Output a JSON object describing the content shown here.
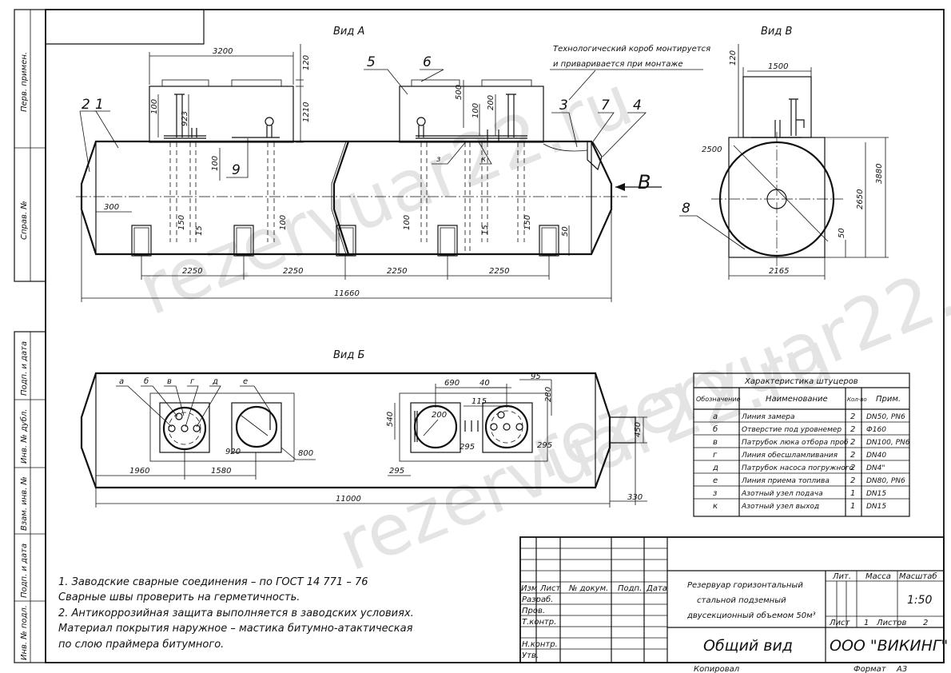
{
  "watermarks": [
    "rezervuar22.ru",
    "rezervuar22.ru",
    "rezervuar22.ru"
  ],
  "side_stamp": [
    "Перв. примен.",
    "Справ. №",
    "Подп. и дата",
    "Инв. № дубл.",
    "Взам. инв. №",
    "Подп. и дата",
    "Инв. № подл."
  ],
  "view_a": {
    "title": "Вид А",
    "callouts": [
      "1",
      "2",
      "3",
      "4",
      "5",
      "6",
      "7",
      "8",
      "9"
    ],
    "small_letters": [
      "з",
      "к"
    ],
    "view_arrow": "В",
    "dims": {
      "d3200": "3200",
      "d120": "120",
      "d1210": "1210",
      "d100a": "100",
      "d923": "923",
      "d100b": "100",
      "d500": "500",
      "d100c": "100",
      "d200": "200",
      "d300": "300",
      "d150a": "150",
      "d15a": "15",
      "d100d": "100",
      "d100e": "100",
      "d15b": "15",
      "d150b": "150",
      "d50": "50",
      "d2250a": "2250",
      "d2250b": "2250",
      "d2250c": "2250",
      "d2250d": "2250",
      "d11660": "11660"
    },
    "note": [
      "Технологический короб монтируется",
      "и приваривается при монтаже"
    ]
  },
  "view_v": {
    "title": "Вид В",
    "dims": {
      "d120": "120",
      "d1500": "1500",
      "d2500": "2500",
      "d3880": "3880",
      "d2650": "2650",
      "d50": "50",
      "d2165": "2165"
    }
  },
  "view_b": {
    "title": "Вид Б",
    "letters": [
      "а",
      "б",
      "в",
      "г",
      "д",
      "е"
    ],
    "dims": {
      "d920": "920",
      "d800": "800",
      "d1960": "1960",
      "d1580": "1580",
      "d11000": "11000",
      "d330": "330",
      "d690": "690",
      "d40": "40",
      "d95": "95",
      "d280": "280",
      "d115": "115",
      "d540": "540",
      "d200": "200",
      "d295a": "295",
      "d295b": "295",
      "d295c": "295",
      "d450": "450"
    }
  },
  "fittings_table": {
    "title": "Характеристика штуцеров",
    "headers": [
      "Обозначение",
      "Наименование",
      "Кол-во",
      "Прим."
    ],
    "rows": [
      [
        "а",
        "Линия замера",
        "2",
        "DN50, PN6"
      ],
      [
        "б",
        "Отверстие под уровнемер",
        "2",
        "Ф160"
      ],
      [
        "в",
        "Патрубок люка отбора проб",
        "2",
        "DN100, PN6"
      ],
      [
        "г",
        "Линия обесшламливания",
        "2",
        "DN40"
      ],
      [
        "д",
        "Патрубок насоса погружного",
        "2",
        "DN4\""
      ],
      [
        "е",
        "Линия приема топлива",
        "2",
        "DN80, PN6"
      ],
      [
        "з",
        "Азотный узел подача",
        "1",
        "DN15"
      ],
      [
        "к",
        "Азотный узел выход",
        "1",
        "DN15"
      ]
    ]
  },
  "notes": [
    "1. Заводские сварные соединения – по ГОСТ 14 771 – 76",
    "Сварные швы проверить на герметичность.",
    "2. Антикоррозийная защита выполняется в заводских условиях.",
    "Материал покрытия наружное – мастика битумно-атактическая",
    "по слою праймера битумного."
  ],
  "title_block": {
    "col_heads": [
      "Изм",
      "Лист",
      "№ докум.",
      "Подп.",
      "Дата"
    ],
    "roles": [
      "Разраб.",
      "Пров.",
      "Т.контр.",
      "Н.контр.",
      "Утв."
    ],
    "description": [
      "Резервуар горизонтальный",
      "стальной подземный",
      "двусекционный объемом 50м³"
    ],
    "lit_label": "Лит.",
    "mass_label": "Масса",
    "scale_label": "Масштаб",
    "scale": "1:50",
    "sheet_label": "Лист",
    "sheet": "1",
    "sheets_label": "Листов",
    "sheets": "2",
    "drawing_title": "Общий вид",
    "company": "ООО \"ВИКИНГ\"",
    "copied": "Копировал",
    "format_label": "Формат",
    "format": "А3"
  }
}
